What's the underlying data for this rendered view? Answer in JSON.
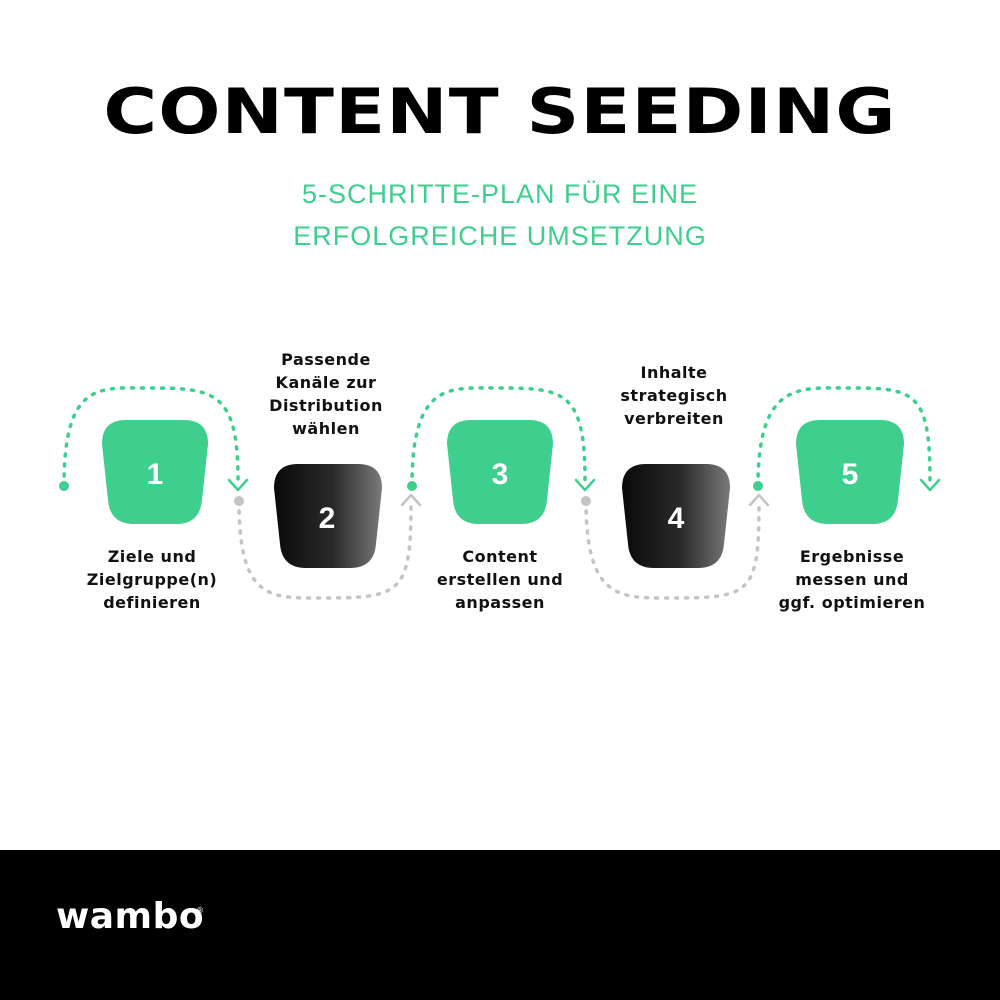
{
  "title": "CONTENT SEEDING",
  "subtitle": {
    "line1": "5-SCHRITTE-PLAN FÜR EINE",
    "line2": "ERFOLGREICHE UMSETZUNG"
  },
  "steps": [
    {
      "number": "1",
      "label_lines": [
        "Ziele und",
        "Zielgruppe(n)",
        "definieren"
      ],
      "color": "#3ecf8e"
    },
    {
      "number": "2",
      "label_lines": [
        "Passende",
        "Kanäle zur",
        "Distribution",
        "wählen"
      ],
      "color": "#1a1a1a"
    },
    {
      "number": "3",
      "label_lines": [
        "Content",
        "erstellen und",
        "anpassen"
      ],
      "color": "#3ecf8e"
    },
    {
      "number": "4",
      "label_lines": [
        "Inhalte",
        "strategisch",
        "verbreiten"
      ],
      "color": "#1a1a1a"
    },
    {
      "number": "5",
      "label_lines": [
        "Ergebnisse",
        "messen und",
        "ggf. optimieren"
      ],
      "color": "#3ecf8e"
    }
  ],
  "colors": {
    "accent": "#3ecf8e",
    "dark": "#1a1a1a",
    "connector_gray": "#c4c4c4",
    "footer": "#000000"
  },
  "footer": {
    "logo": "wambo",
    "logo_mark": "®"
  }
}
